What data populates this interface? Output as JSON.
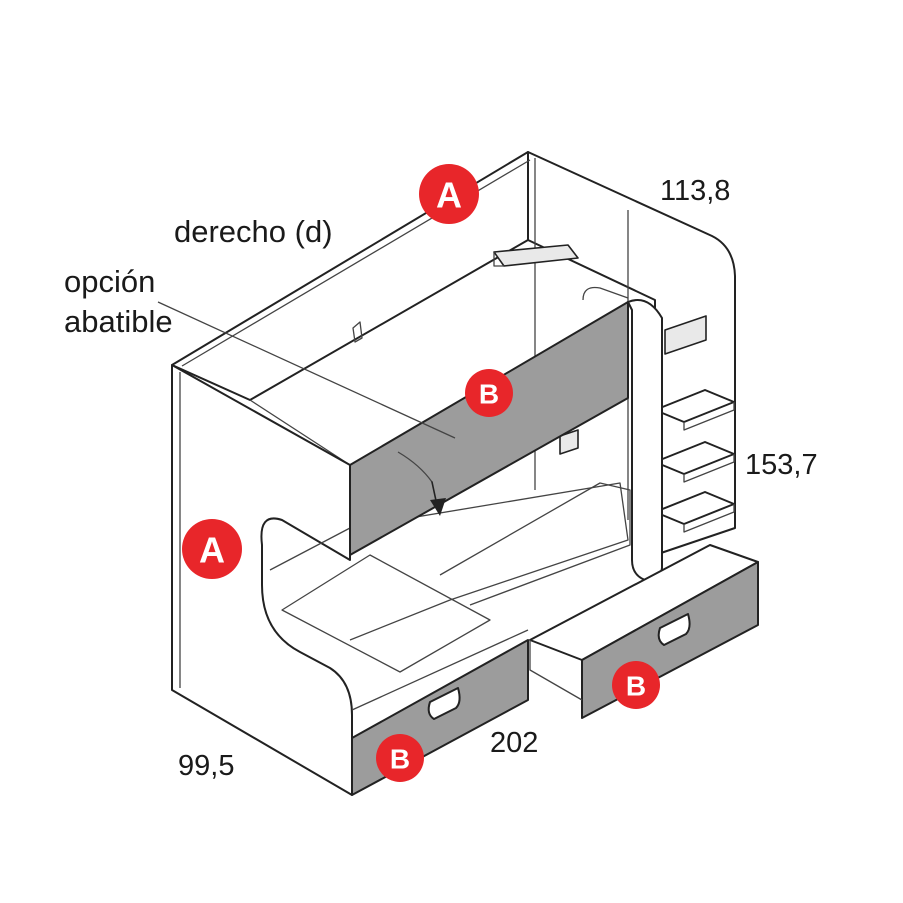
{
  "labels": {
    "side_text": "derecho (d)",
    "option_line1": "opción",
    "option_line2": "abatible"
  },
  "dimensions": {
    "depth_top": "113,8",
    "height": "153,7",
    "depth_bottom": "99,5",
    "length": "202"
  },
  "badges": {
    "top_panel": "A",
    "side_panel": "A",
    "guard_rail": "B",
    "drawer_right": "B",
    "drawer_left": "B"
  },
  "colors": {
    "badge_fill": "#e8262a",
    "grey_part": "#9c9c9c"
  }
}
